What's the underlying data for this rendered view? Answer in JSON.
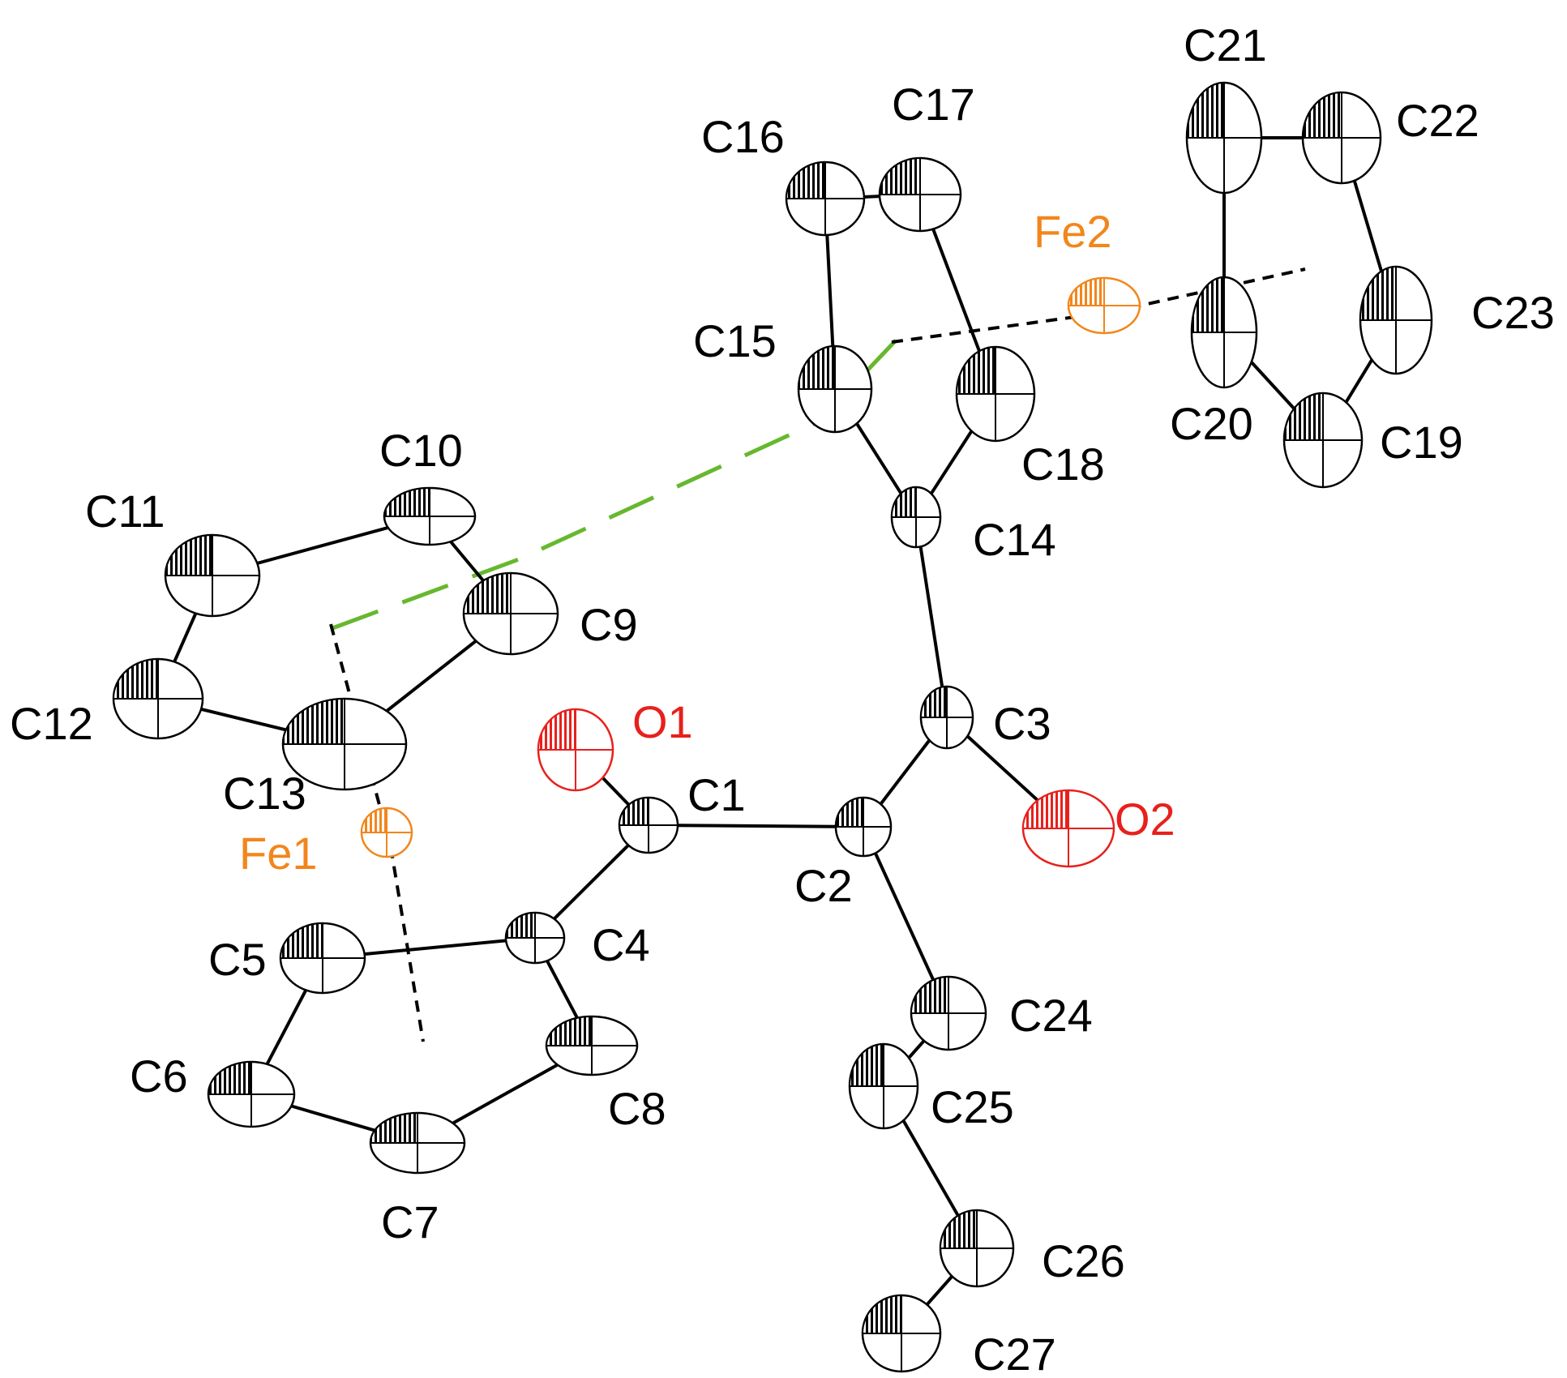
{
  "colors": {
    "carbon": "#000000",
    "oxygen": "#e8201c",
    "iron": "#f2861c",
    "interaction": "#66b82e",
    "background": "#ffffff"
  },
  "atoms": {
    "C1": "C1",
    "C2": "C2",
    "C3": "C3",
    "C4": "C4",
    "C5": "C5",
    "C6": "C6",
    "C7": "C7",
    "C8": "C8",
    "C9": "C9",
    "C10": "C10",
    "C11": "C11",
    "C12": "C12",
    "C13": "C13",
    "C14": "C14",
    "C15": "C15",
    "C16": "C16",
    "C17": "C17",
    "C18": "C18",
    "C19": "C19",
    "C20": "C20",
    "C21": "C21",
    "C22": "C22",
    "C23": "C23",
    "C24": "C24",
    "C25": "C25",
    "C26": "C26",
    "C27": "C27",
    "O1": "O1",
    "O2": "O2",
    "Fe1": "Fe1",
    "Fe2": "Fe2"
  }
}
